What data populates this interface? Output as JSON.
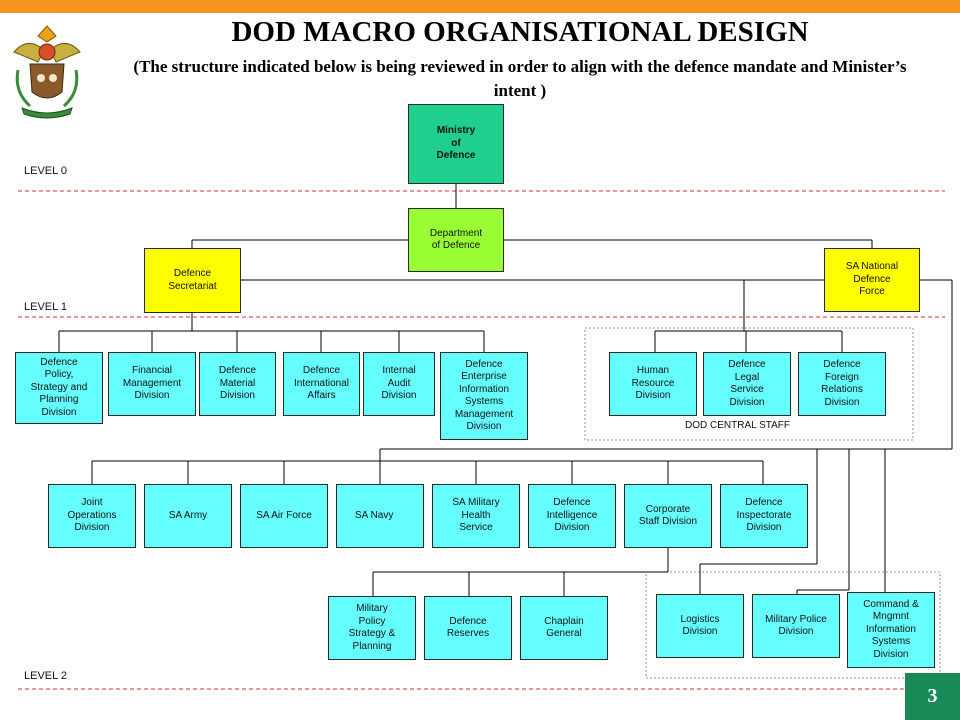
{
  "header": {
    "title": "DOD MACRO ORGANISATIONAL DESIGN",
    "subtitle": "(The structure indicated below is being reviewed in order to align with the defence mandate and Minister’s intent )"
  },
  "levels": {
    "level0": "LEVEL 0",
    "level1": "LEVEL 1",
    "level2": "LEVEL 2"
  },
  "group_label": "DOD CENTRAL STAFF",
  "page_number": "3",
  "colors": {
    "top_bar": "#f7941d",
    "ministry": "#1fcf8e",
    "department": "#99ff33",
    "secretariat_sandf": "#ffff00",
    "division": "#66ffff",
    "level_line": "#e03030",
    "page_badge": "#1a8a57"
  },
  "org": {
    "ministry": "Ministry\nof\nDefence",
    "department": "Department\nof Defence",
    "secretariat": "Defence\nSecretariat",
    "sandf": "SA National\nDefence\nForce",
    "secretariat_divisions": [
      "Defence\nPolicy,\nStrategy and\nPlanning\nDivision",
      "Financial\nManagement\nDivision",
      "Defence\nMaterial\nDivision",
      "Defence\nInternational\nAffairs",
      "Internal\nAudit\nDivision",
      "Defence\nEnterprise\nInformation\nSystems\nManagement\nDivision"
    ],
    "central_staff": [
      "Human\nResource\nDivision",
      "Defence\nLegal\nService\nDivision",
      "Defence\nForeign\nRelations\nDivision"
    ],
    "services": [
      "Joint\nOperations\nDivision",
      "SA Army",
      "SA Air Force",
      "SA Navy",
      "SA Military\nHealth\nService",
      "Defence\nIntelligence\nDivision",
      "Corporate\nStaff Division",
      "Defence\nInspectorate\nDivision"
    ],
    "corporate_staff_units": [
      "Military\nPolicy\nStrategy &\nPlanning",
      "Defence\nReserves",
      "Chaplain\nGeneral"
    ],
    "support_divisions": [
      "Logistics\nDivision",
      "Military Police\nDivision",
      "Command &\nMngmnt\nInformation\nSystems\nDivision"
    ]
  }
}
